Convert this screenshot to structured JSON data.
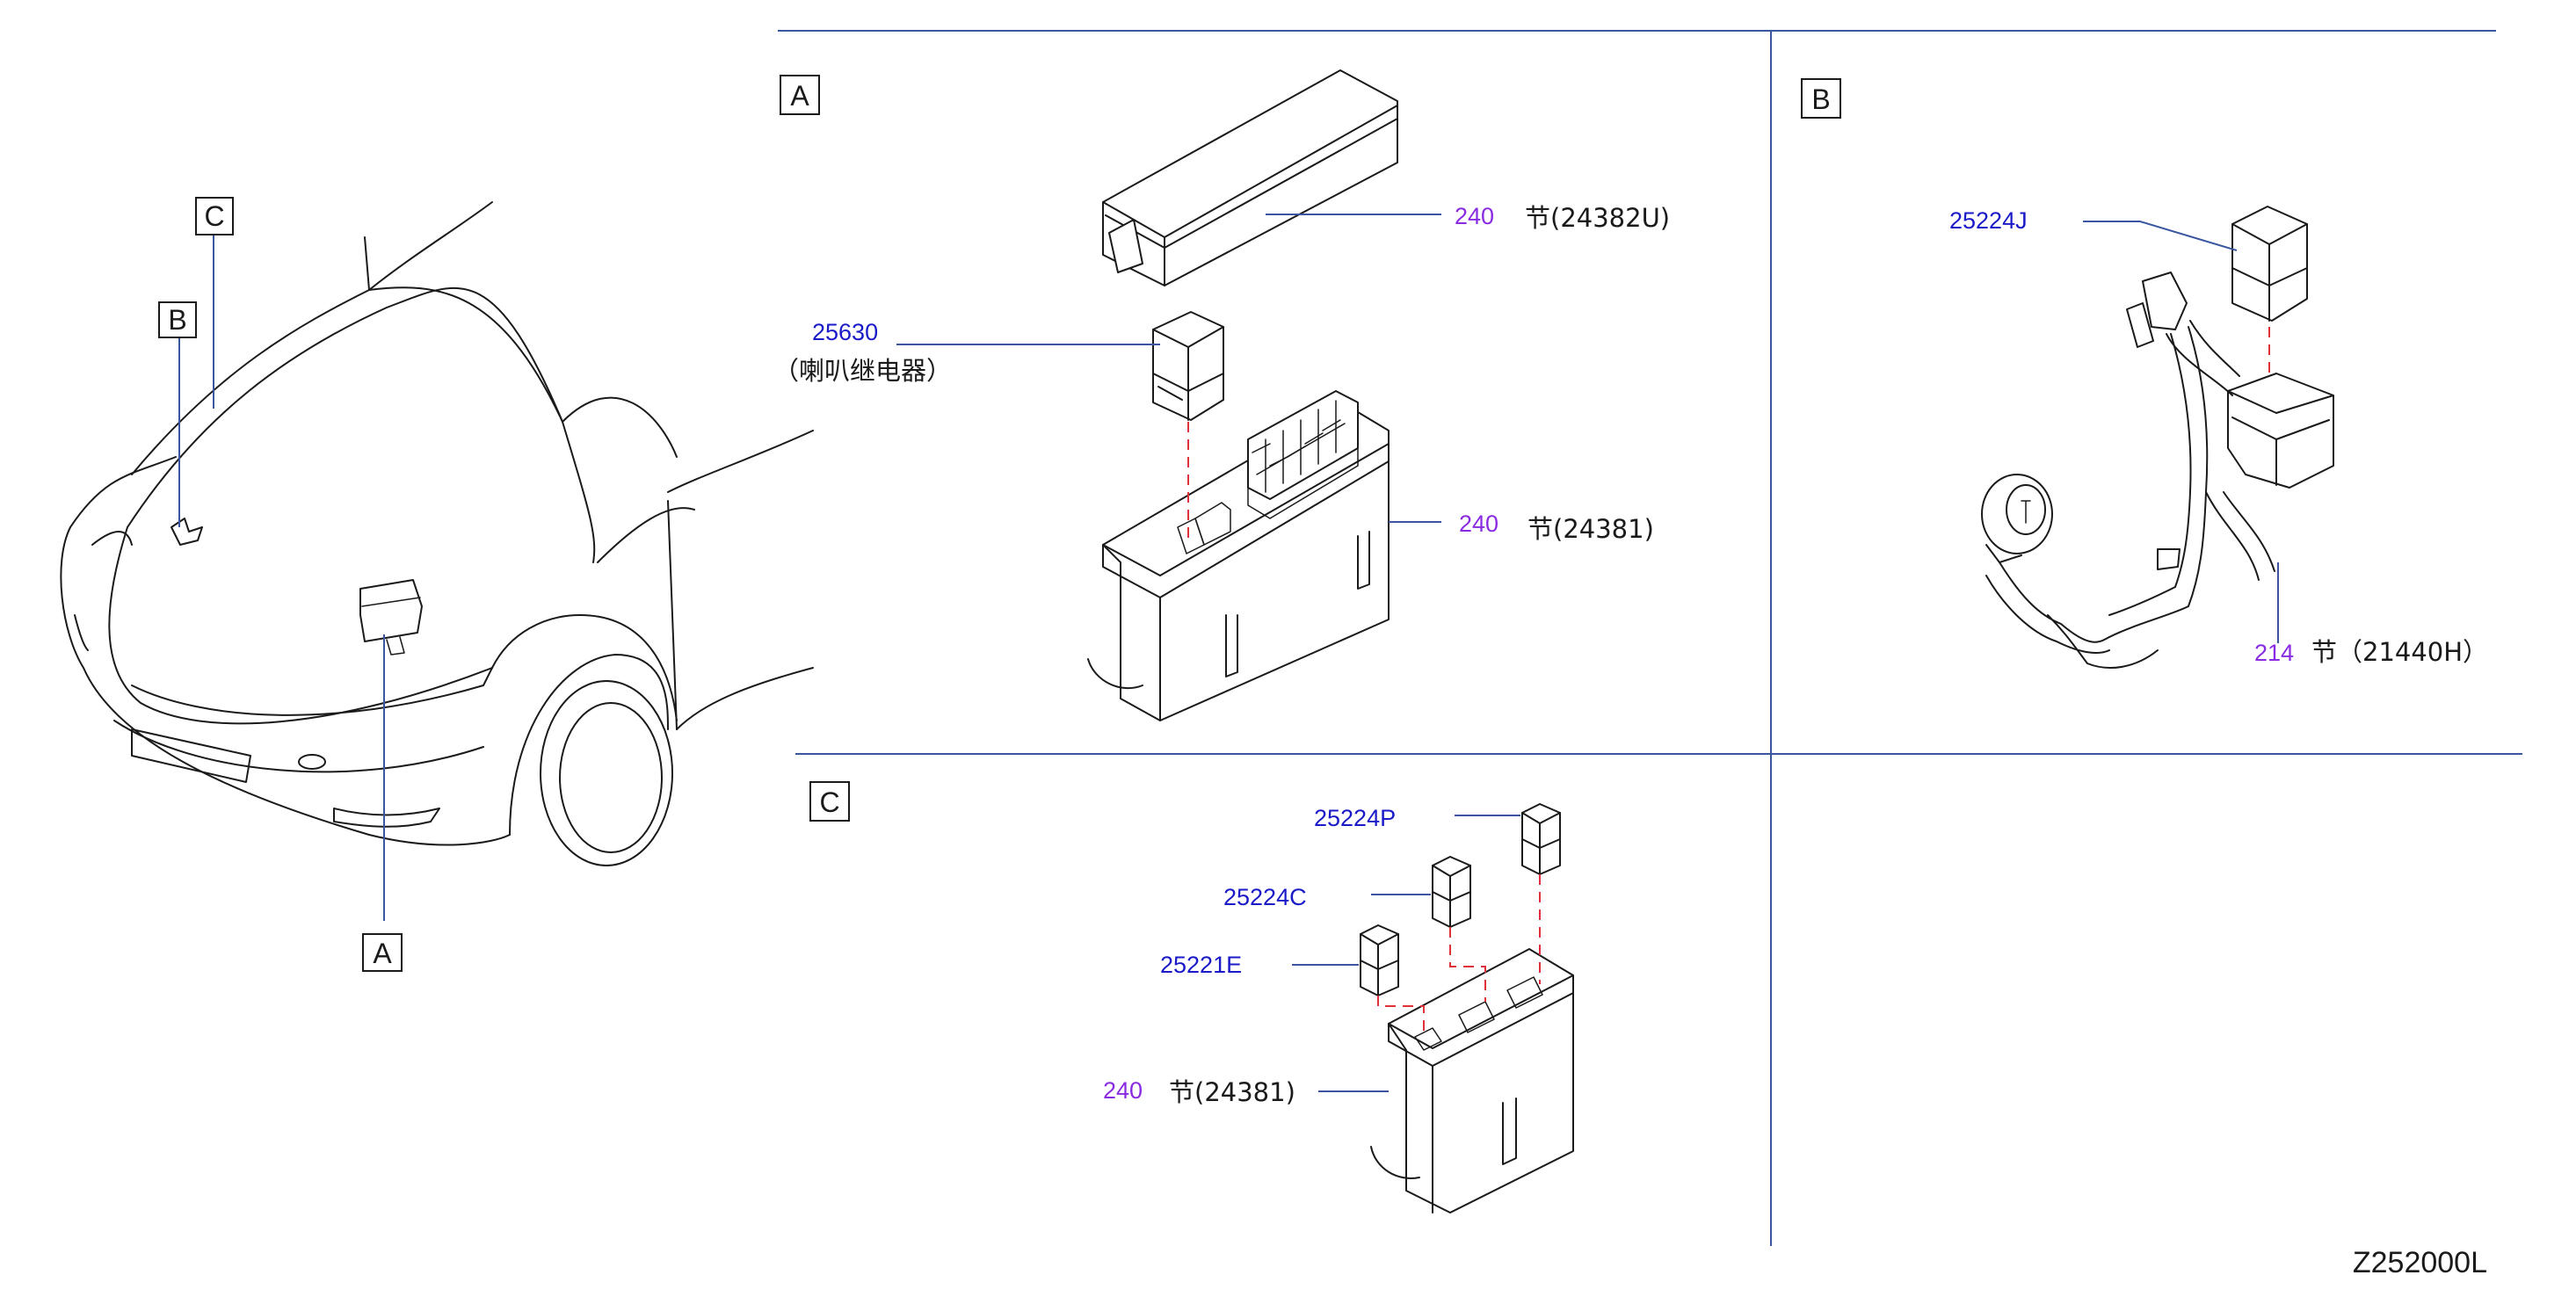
{
  "diagram_code": "Z252000L",
  "sections": {
    "a": {
      "tag": "A"
    },
    "b": {
      "tag": "B"
    },
    "c": {
      "tag": "C"
    }
  },
  "overview_tags": {
    "a": "A",
    "b": "B",
    "c": "C"
  },
  "callouts": {
    "a_cover": {
      "group": "240",
      "desc": "节(24382U)"
    },
    "a_relay": {
      "part": "25630",
      "desc": "（喇叭继电器）"
    },
    "a_box": {
      "group": "240",
      "desc": "节(24381)"
    },
    "b_relay": {
      "part": "25224J"
    },
    "b_harness": {
      "group": "214",
      "desc": "节（21440H）"
    },
    "c_relay_p": {
      "part": "25224P"
    },
    "c_relay_c": {
      "part": "25224C"
    },
    "c_relay_e": {
      "part": "25221E"
    },
    "c_box": {
      "group": "240",
      "desc": "节(24381)"
    }
  },
  "colors": {
    "frame": "#3a56a0",
    "part_number": "#1a1ac8",
    "group_number": "#8a2be2",
    "assembly_dash": "#e0303a",
    "line_art": "#1a1a1a"
  }
}
